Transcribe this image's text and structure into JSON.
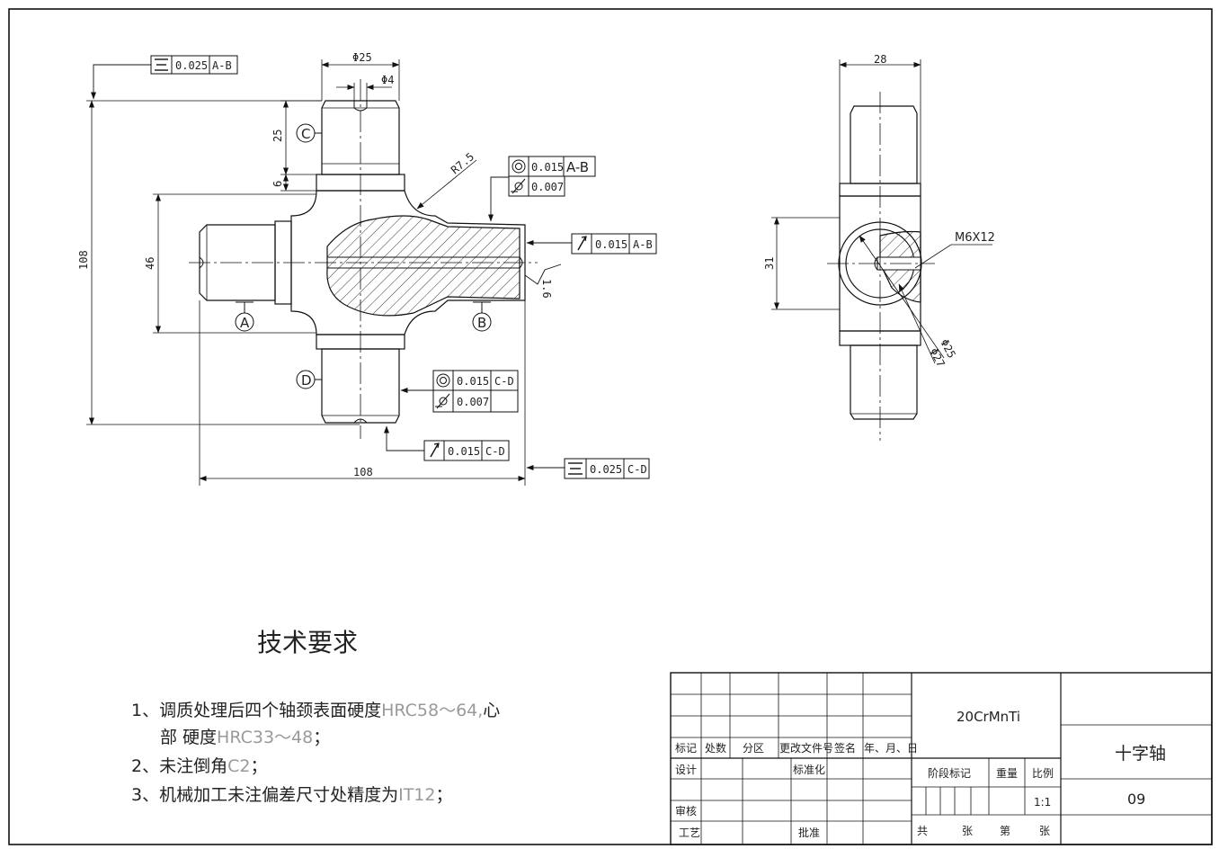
{
  "tech_requirements": {
    "title": "技术要求",
    "line1_prefix": "1、调质处理后四个轴颈表面硬度",
    "line1_value": "HRC58～64,",
    "line1_suffix": "心",
    "line2_prefix": "部 硬度",
    "line2_value": "HRC33～48",
    "line2_suffix": "；",
    "line3_prefix": "2、未注倒角",
    "line3_value": "C2",
    "line3_suffix": "；",
    "line4_prefix": "3、机械加工未注偏差尺寸处精度为",
    "line4_value": "IT12",
    "line4_suffix": "；"
  },
  "title_block": {
    "material": "20CrMnTi",
    "part_name": "十字轴",
    "drawing_no": "09",
    "scale": "1:1",
    "col_mark": "标记",
    "col_count": "处数",
    "col_zone": "分区",
    "col_change_doc": "更改文件号",
    "col_signature": "签名",
    "col_date": "年、月、日",
    "design": "设计",
    "standardization": "标准化",
    "review": "审核",
    "process": "工艺",
    "approve": "批准",
    "stage_mark": "阶段标记",
    "weight": "重量",
    "scale_label": "比例",
    "total": "共",
    "sheet_unit": "张",
    "sheet_no": "第",
    "sheet_unit2": "张"
  },
  "front_view": {
    "dim_phi25": "Φ25",
    "dim_phi4": "Φ4",
    "dim_25": "25",
    "dim_6": "6",
    "dim_108_v": "108",
    "dim_46": "46",
    "dim_108_h": "108",
    "dim_r75": "R7.5",
    "roughness": "1.6",
    "datum_a": "A",
    "datum_b": "B",
    "datum_c": "C",
    "datum_d": "D"
  },
  "tolerance_frames": {
    "sym_top": {
      "symbol": "symmetry",
      "value": "0.025",
      "datum": "A-B"
    },
    "conc_ab": {
      "symbol": "concentricity",
      "value": "0.015",
      "datum": "A-B"
    },
    "cyl_ab": {
      "symbol": "cylindricity",
      "value": "0.007"
    },
    "runout_ab": {
      "symbol": "runout",
      "value": "0.015",
      "datum": "A-B"
    },
    "conc_cd": {
      "symbol": "concentricity",
      "value": "0.015",
      "datum": "C-D"
    },
    "cyl_cd": {
      "symbol": "cylindricity",
      "value": "0.007"
    },
    "runout_cd": {
      "symbol": "runout",
      "value": "0.015",
      "datum": "C-D"
    },
    "sym_bottom": {
      "symbol": "symmetry",
      "value": "0.025",
      "datum": "C-D"
    }
  },
  "side_view": {
    "dim_28": "28",
    "dim_31": "31",
    "thread": "M6X12",
    "dim_phi25": "Φ25",
    "dim_phi27": "Φ27"
  }
}
